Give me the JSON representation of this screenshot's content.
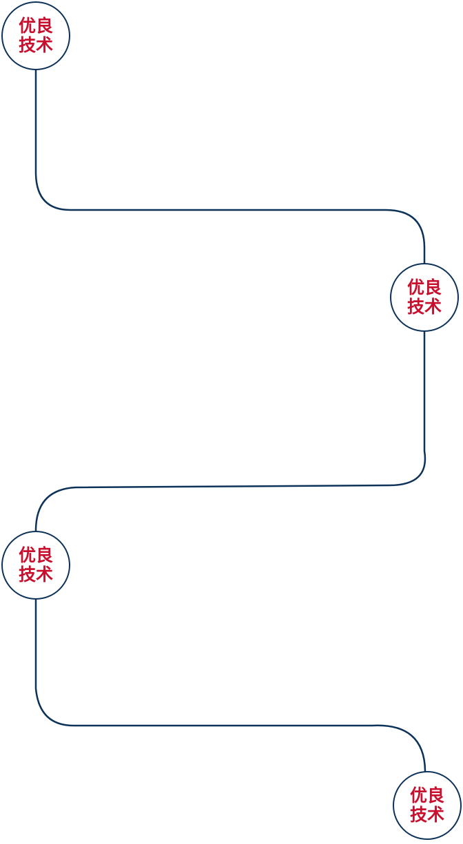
{
  "colors": {
    "connector": "#0d3259",
    "badge_border": "#0d3259",
    "badge_text": "#c8102e",
    "background": "#ffffff"
  },
  "nodes": [
    {
      "label": "优良技术"
    },
    {
      "label": "优良技术"
    },
    {
      "label": "优良技术"
    },
    {
      "label": "优良技术"
    }
  ]
}
